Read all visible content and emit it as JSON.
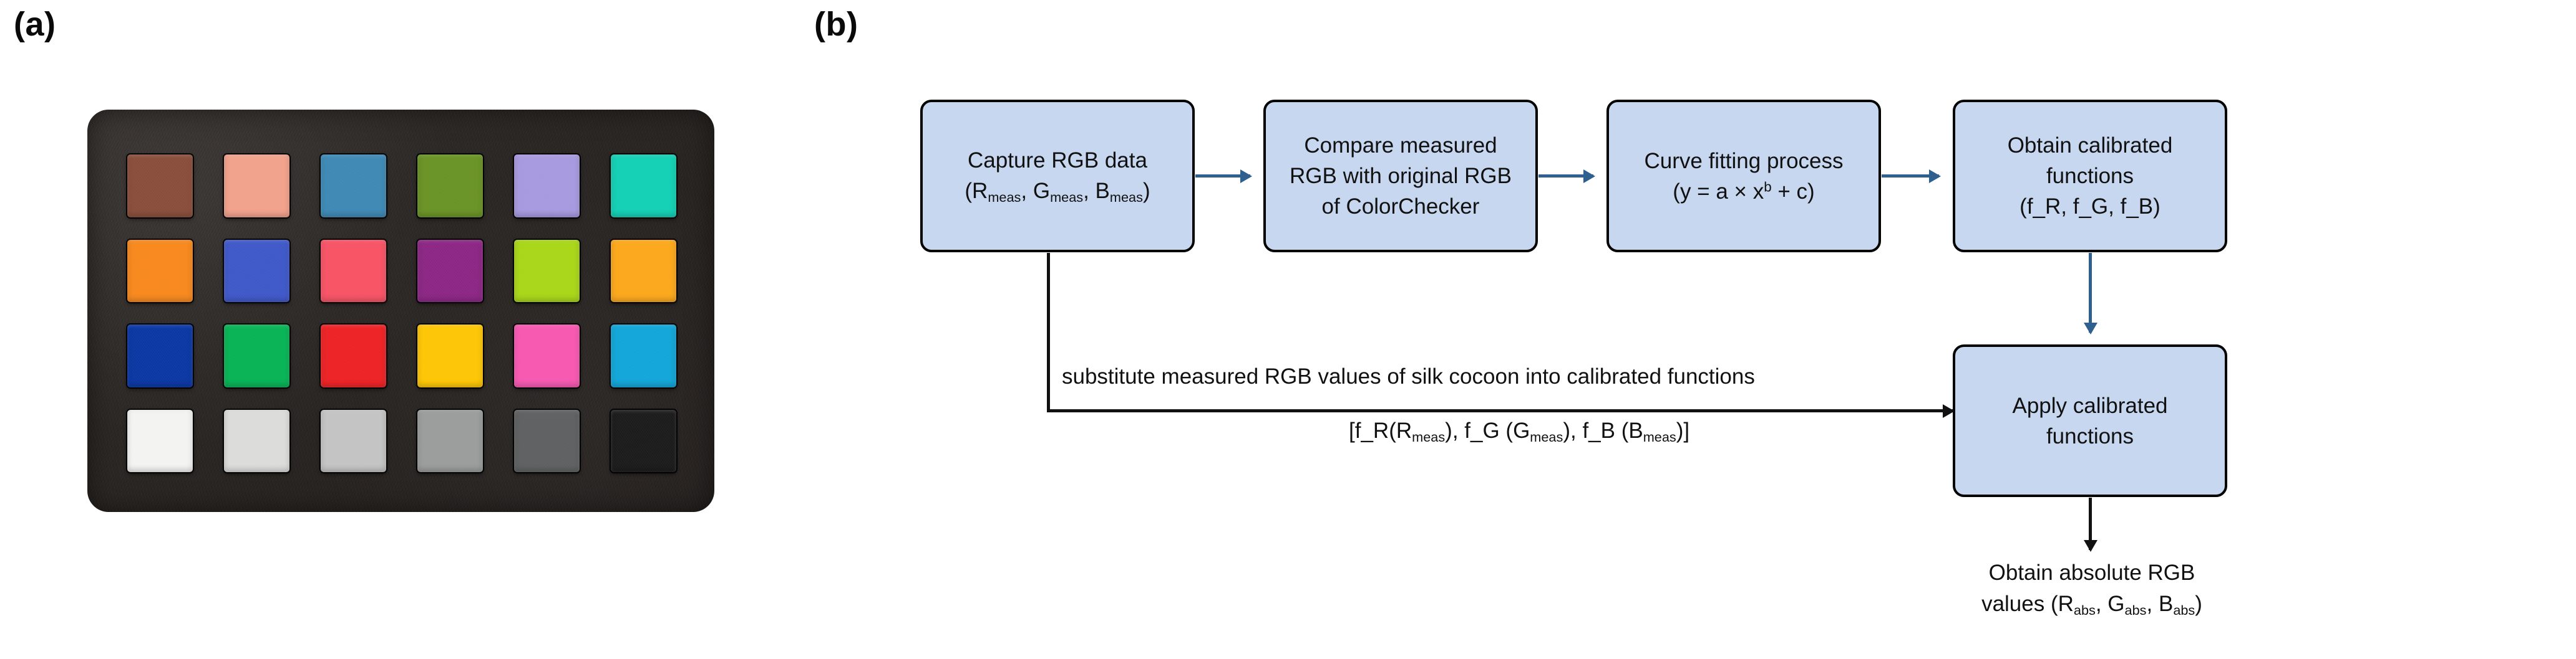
{
  "panels": {
    "a_label": "(a)",
    "b_label": "(b)"
  },
  "colorchecker": {
    "rows": 4,
    "columns": 6,
    "board_color": "#2b2724",
    "swatches": [
      {
        "name": "dark-skin",
        "hex": "#8a4f3c"
      },
      {
        "name": "light-skin",
        "hex": "#f1a28c"
      },
      {
        "name": "blue-sky",
        "hex": "#3f8ab5"
      },
      {
        "name": "foliage",
        "hex": "#6a9326"
      },
      {
        "name": "blue-flower",
        "hex": "#a79adf"
      },
      {
        "name": "bluish-green",
        "hex": "#14d0b4"
      },
      {
        "name": "orange",
        "hex": "#f7891e"
      },
      {
        "name": "purplish-blue",
        "hex": "#4059c9"
      },
      {
        "name": "moderate-red",
        "hex": "#f75466"
      },
      {
        "name": "purple",
        "hex": "#8c2785"
      },
      {
        "name": "yellow-green",
        "hex": "#a9d619"
      },
      {
        "name": "orange-yellow",
        "hex": "#fba81c"
      },
      {
        "name": "blue",
        "hex": "#0b38a3"
      },
      {
        "name": "green",
        "hex": "#09b457"
      },
      {
        "name": "red",
        "hex": "#ed2326"
      },
      {
        "name": "yellow",
        "hex": "#fdc606"
      },
      {
        "name": "magenta",
        "hex": "#f759b1"
      },
      {
        "name": "cyan",
        "hex": "#13a6d8"
      },
      {
        "name": "white",
        "hex": "#f3f3f1"
      },
      {
        "name": "neutral-8",
        "hex": "#dcdcdb"
      },
      {
        "name": "neutral-6-5",
        "hex": "#c3c4c3"
      },
      {
        "name": "neutral-5",
        "hex": "#9b9c9c"
      },
      {
        "name": "neutral-3-5",
        "hex": "#5f6162"
      },
      {
        "name": "black",
        "hex": "#1d1c1c"
      }
    ]
  },
  "flowchart": {
    "box_fill": "#c6d7ef",
    "box_border": "#000000",
    "arrow_color_blue": "#2e5f8f",
    "arrow_color_black": "#111111",
    "boxes": [
      {
        "id": "capture",
        "lines": [
          "Capture RGB data",
          "(R<sub>meas</sub>, G<sub>meas</sub>, B<sub>meas</sub>)"
        ]
      },
      {
        "id": "compare",
        "lines": [
          "Compare measured",
          "RGB with original RGB",
          "of ColorChecker"
        ]
      },
      {
        "id": "curve-fit",
        "lines": [
          "Curve fitting process",
          "(y = a &times; x<sup>b</sup> + c)"
        ]
      },
      {
        "id": "obtain-functions",
        "lines": [
          "Obtain calibrated",
          "functions",
          "(f_R, f_G, f_B)"
        ]
      },
      {
        "id": "apply-functions",
        "lines": [
          "Apply calibrated",
          "functions"
        ]
      }
    ],
    "substitute_label": "substitute measured RGB values of silk cocoon into calibrated functions",
    "substitute_formula": "[f_R(R<sub>meas</sub>), f_G (G<sub>meas</sub>), f_B (B<sub>meas</sub>)]",
    "output_lines": [
      "Obtain absolute RGB",
      "values (R<sub>abs</sub>, G<sub>abs</sub>, B<sub>abs</sub>)"
    ]
  }
}
